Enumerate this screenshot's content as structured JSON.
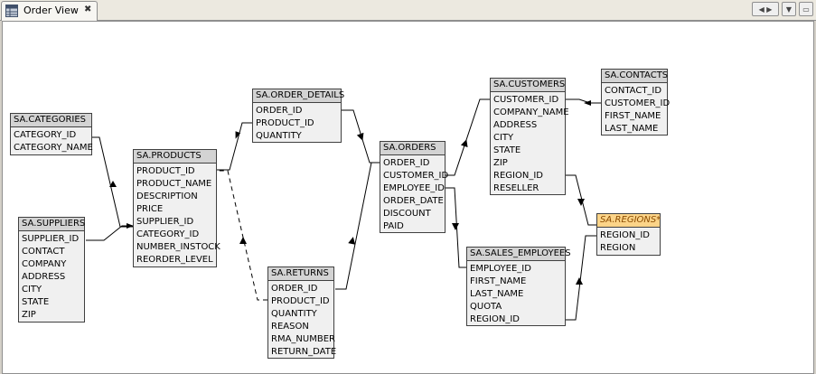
{
  "tab": {
    "label": "Order View",
    "icon": "table-view-icon"
  },
  "tables": [
    {
      "id": "categories",
      "name": "SA.CATEGORIES",
      "columns": [
        "CATEGORY_ID",
        "CATEGORY_NAME"
      ]
    },
    {
      "id": "suppliers",
      "name": "SA.SUPPLIERS",
      "columns": [
        "SUPPLIER_ID",
        "CONTACT",
        "COMPANY",
        "ADDRESS",
        "CITY",
        "STATE",
        "ZIP"
      ]
    },
    {
      "id": "products",
      "name": "SA.PRODUCTS",
      "columns": [
        "PRODUCT_ID",
        "PRODUCT_NAME",
        "DESCRIPTION",
        "PRICE",
        "SUPPLIER_ID",
        "CATEGORY_ID",
        "NUMBER_INSTOCK",
        "REORDER_LEVEL"
      ]
    },
    {
      "id": "order_details",
      "name": "SA.ORDER_DETAILS",
      "columns": [
        "ORDER_ID",
        "PRODUCT_ID",
        "QUANTITY"
      ]
    },
    {
      "id": "returns",
      "name": "SA.RETURNS",
      "columns": [
        "ORDER_ID",
        "PRODUCT_ID",
        "QUANTITY",
        "REASON",
        "RMA_NUMBER",
        "RETURN_DATE"
      ]
    },
    {
      "id": "orders",
      "name": "SA.ORDERS",
      "columns": [
        "ORDER_ID",
        "CUSTOMER_ID",
        "EMPLOYEE_ID",
        "ORDER_DATE",
        "DISCOUNT",
        "PAID"
      ]
    },
    {
      "id": "customers",
      "name": "SA.CUSTOMERS",
      "columns": [
        "CUSTOMER_ID",
        "COMPANY_NAME",
        "ADDRESS",
        "CITY",
        "STATE",
        "ZIP",
        "REGION_ID",
        "RESELLER"
      ]
    },
    {
      "id": "contacts",
      "name": "SA.CONTACTS",
      "columns": [
        "CONTACT_ID",
        "CUSTOMER_ID",
        "FIRST_NAME",
        "LAST_NAME"
      ]
    },
    {
      "id": "sales_employees",
      "name": "SA.SALES_EMPLOYEES",
      "columns": [
        "EMPLOYEE_ID",
        "FIRST_NAME",
        "LAST_NAME",
        "QUOTA",
        "REGION_ID"
      ]
    },
    {
      "id": "regions",
      "name": "SA.REGIONS*",
      "columns": [
        "REGION_ID",
        "REGION"
      ],
      "highlighted": true
    }
  ]
}
